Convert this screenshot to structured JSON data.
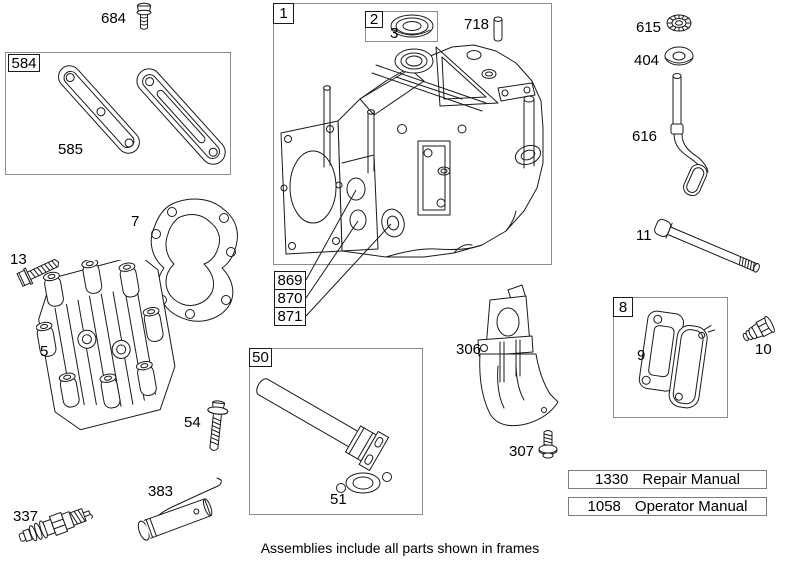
{
  "diagram": {
    "caption": "Assemblies include all parts shown in frames",
    "framed_assembly_numbers": [
      "584",
      "1",
      "2",
      "50",
      "8"
    ],
    "colors": {
      "background": "#ffffff",
      "line_art": "#1a1a1a",
      "frame_border": "#8c8c8c",
      "label_box_border": "#1a1a1a",
      "text": "#000000"
    }
  },
  "callouts": {
    "c1": "1",
    "c2": "2",
    "c3": "3",
    "c5": "5",
    "c7": "7",
    "c8": "8",
    "c9": "9",
    "c10": "10",
    "c11": "11",
    "c13": "13",
    "c50": "50",
    "c51": "51",
    "c54": "54",
    "c306": "306",
    "c307": "307",
    "c337": "337",
    "c383": "383",
    "c404": "404",
    "c584": "584",
    "c585": "585",
    "c615": "615",
    "c616": "616",
    "c684": "684",
    "c718": "718",
    "c869": "869",
    "c870": "870",
    "c871": "871"
  },
  "manuals": [
    {
      "code": "1330",
      "title": "Repair Manual"
    },
    {
      "code": "1058",
      "title": "Operator Manual"
    }
  ]
}
